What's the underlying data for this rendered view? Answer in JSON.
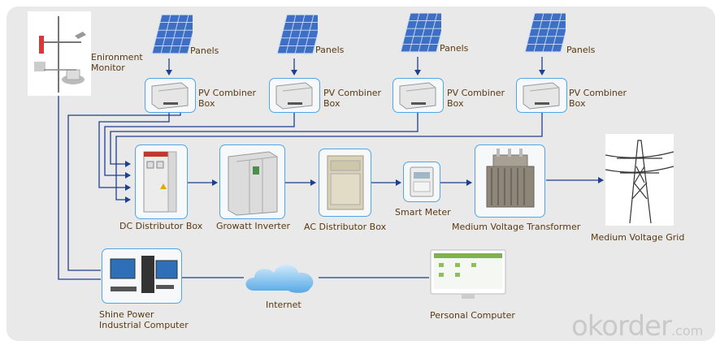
{
  "components": {
    "environment_monitor": "Enironment\nMonitor",
    "panels": [
      "Panels",
      "Panels",
      "Panels",
      "Panels"
    ],
    "combiner_boxes": [
      "PV Combiner\nBox",
      "PV Combiner\nBox",
      "PV Combiner\nBox",
      "PV Combiner\nBox"
    ],
    "dc_distributor": "DC Distributor Box",
    "inverter": "Growatt Inverter",
    "ac_distributor": "AC Distributor Box",
    "smart_meter": "Smart Meter",
    "transformer": "Medium Voltage Transformer",
    "grid": "Medium Voltage Grid",
    "industrial_computer": "Shine Power\nIndustrial Computer",
    "internet": "Internet",
    "personal_computer": "Personal Computer"
  },
  "watermark": "okorder",
  "watermark_suffix": ".com",
  "colors": {
    "line": "#1f3f8f",
    "frame": "#4ea6e6",
    "label": "#5a3a12",
    "panel_blue": "#3f6fc4"
  }
}
